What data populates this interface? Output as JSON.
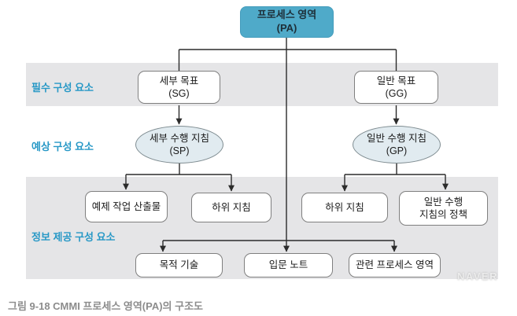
{
  "diagram": {
    "root": {
      "line1": "프로세스 영역",
      "line2": "(PA)"
    },
    "bands": [
      {
        "id": "required",
        "label": "필수 구성 요소"
      },
      {
        "id": "expected",
        "label": "예상 구성 요소"
      },
      {
        "id": "informative",
        "label": "정보 제공 구성 요소"
      }
    ],
    "nodes": {
      "sg": {
        "line1": "세부 목표",
        "line2": "(SG)"
      },
      "gg": {
        "line1": "일반 목표",
        "line2": "(GG)"
      },
      "sp": {
        "line1": "세부 수행 지침",
        "line2": "(SP)"
      },
      "gp": {
        "line1": "일반 수행 지침",
        "line2": "(GP)"
      },
      "example_work_products": {
        "label": "예제 작업 산출물"
      },
      "subpractices_left": {
        "label": "하위 지침"
      },
      "subpractices_right": {
        "label": "하위 지침"
      },
      "gp_policy": {
        "line1": "일반 수행",
        "line2": "지침의 정책"
      },
      "purpose_statement": {
        "label": "목적 기술"
      },
      "introductory_notes": {
        "label": "입문 노트"
      },
      "related_process_areas": {
        "label": "관련 프로세스 영역"
      }
    },
    "caption": "그림 9-18 CMMI 프로세스 영역(PA)의 구조도",
    "watermark": "NAVER",
    "colors": {
      "accent_blue": "#4faac9",
      "band_gray": "#e5e5e7",
      "label_blue": "#2798c6",
      "ellipse_fill": "#e1ebf0",
      "line_color": "#2b2b2b",
      "caption_gray": "#8c8c8c"
    }
  }
}
